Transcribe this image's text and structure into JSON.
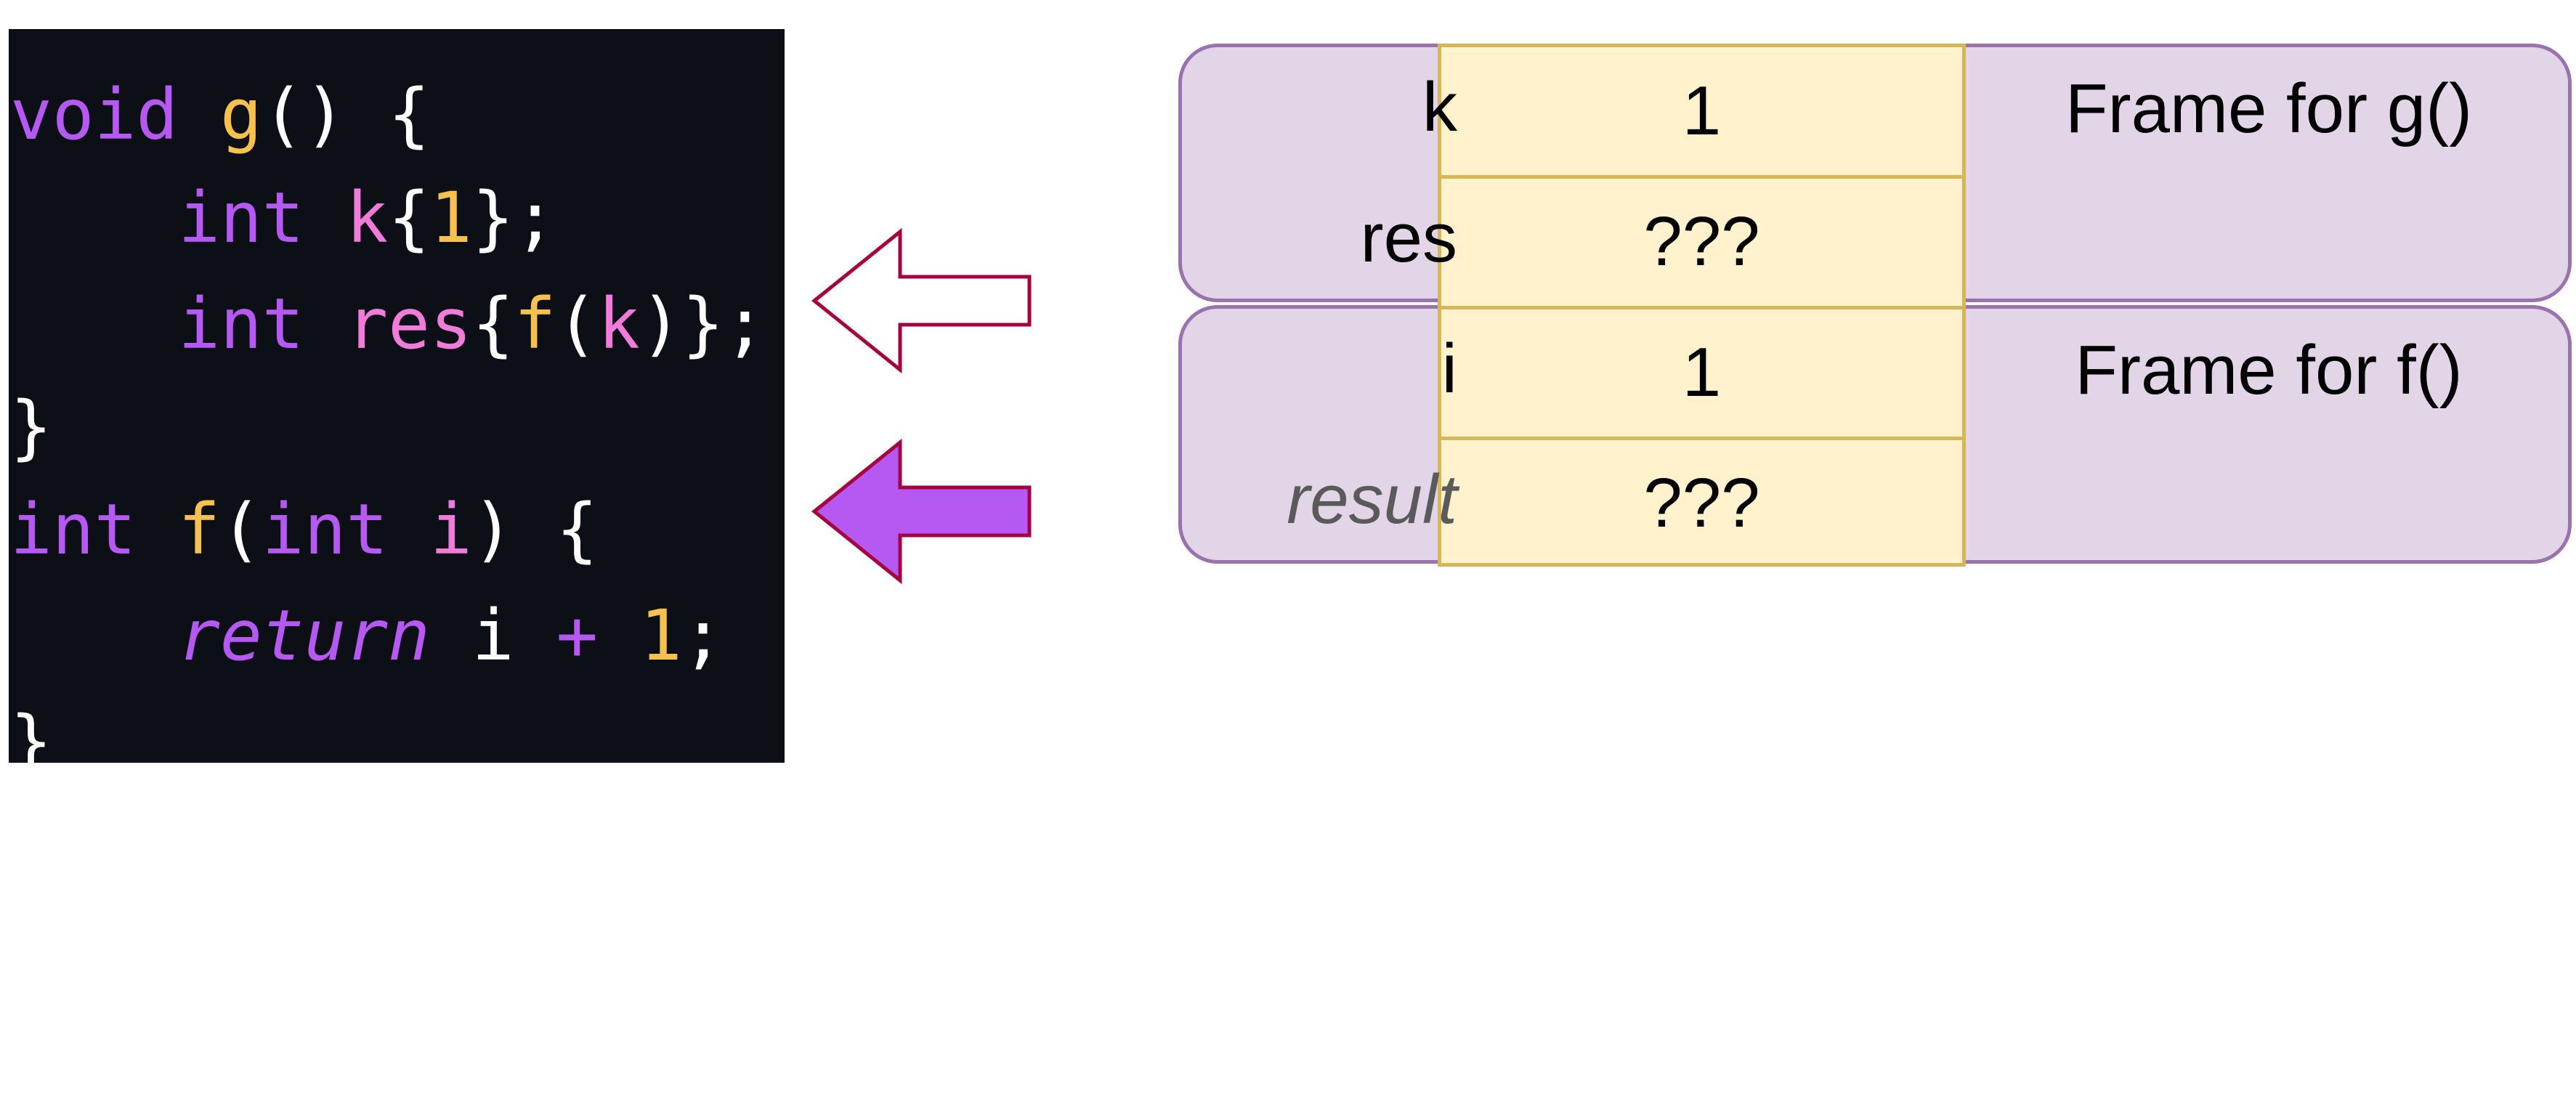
{
  "code": {
    "lines": [
      [
        {
          "t": "void",
          "c": "kw"
        },
        {
          "t": " ",
          "c": "p"
        },
        {
          "t": "g",
          "c": "fn"
        },
        {
          "t": "() {",
          "c": "p"
        }
      ],
      [
        {
          "t": "    ",
          "c": "p"
        },
        {
          "t": "int",
          "c": "kw"
        },
        {
          "t": " ",
          "c": "p"
        },
        {
          "t": "k",
          "c": "var"
        },
        {
          "t": "{",
          "c": "p"
        },
        {
          "t": "1",
          "c": "num"
        },
        {
          "t": "};",
          "c": "p"
        }
      ],
      [
        {
          "t": "    ",
          "c": "p"
        },
        {
          "t": "int",
          "c": "kw"
        },
        {
          "t": " ",
          "c": "p"
        },
        {
          "t": "res",
          "c": "var"
        },
        {
          "t": "{",
          "c": "p"
        },
        {
          "t": "f",
          "c": "fn"
        },
        {
          "t": "(",
          "c": "p"
        },
        {
          "t": "k",
          "c": "var"
        },
        {
          "t": ")};",
          "c": "p"
        }
      ],
      [
        {
          "t": "}",
          "c": "p"
        }
      ],
      [
        {
          "t": "int",
          "c": "kw"
        },
        {
          "t": " ",
          "c": "p"
        },
        {
          "t": "f",
          "c": "fn"
        },
        {
          "t": "(",
          "c": "p"
        },
        {
          "t": "int",
          "c": "kw"
        },
        {
          "t": " ",
          "c": "p"
        },
        {
          "t": "i",
          "c": "var"
        },
        {
          "t": ") {",
          "c": "p"
        }
      ],
      [
        {
          "t": "    ",
          "c": "p"
        },
        {
          "t": "return",
          "c": "em"
        },
        {
          "t": " i ",
          "c": "p"
        },
        {
          "t": "+",
          "c": "em"
        },
        {
          "t": " ",
          "c": "p"
        },
        {
          "t": "1",
          "c": "num"
        },
        {
          "t": ";",
          "c": "p"
        }
      ],
      [
        {
          "t": "}",
          "c": "p"
        }
      ]
    ]
  },
  "arrows": {
    "previous": {
      "icon": "hollow-left-arrow-icon",
      "fill": "#ffffff",
      "stroke": "#a50040"
    },
    "current": {
      "icon": "filled-left-arrow-icon",
      "fill": "#b659f2",
      "stroke": "#a50040"
    }
  },
  "frames": [
    {
      "label": "Frame for g()",
      "vars": [
        {
          "name": "k",
          "value": "1"
        },
        {
          "name": "res",
          "value": "???"
        }
      ]
    },
    {
      "label": "Frame for f()",
      "vars": [
        {
          "name": "i",
          "value": "1"
        },
        {
          "name": "result",
          "value": "???"
        }
      ]
    }
  ],
  "colors": {
    "code_background": "#0c1016",
    "frame_fill": "#e2d5e8",
    "frame_border": "#9a73ac",
    "cell_fill": "#fff2cc",
    "cell_border": "#d6b656"
  }
}
